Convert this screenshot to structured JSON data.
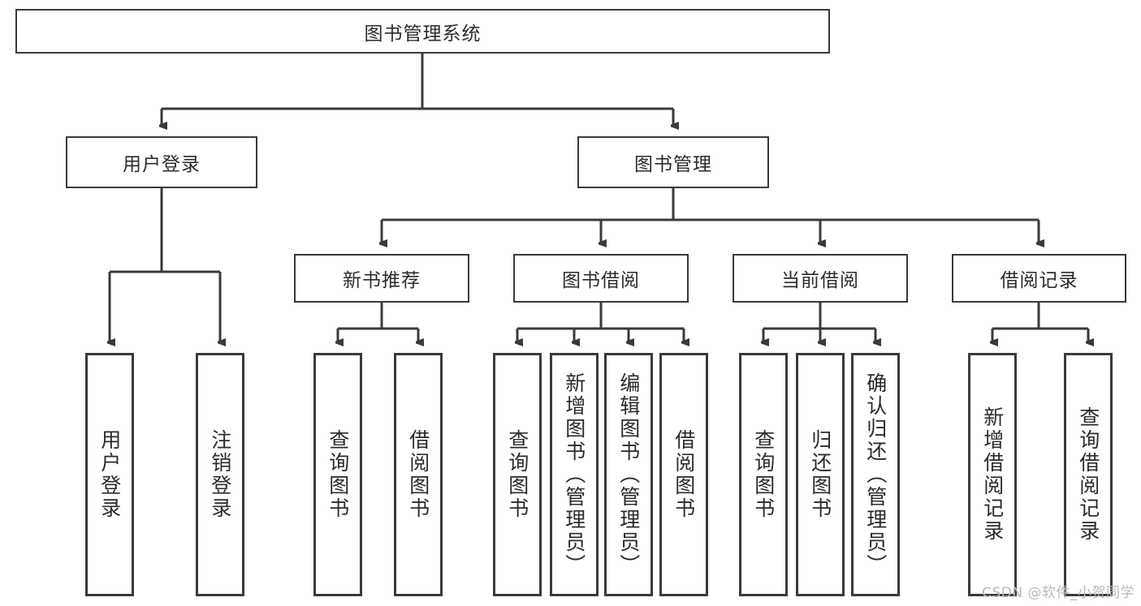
{
  "diagram": {
    "type": "tree-hierarchy",
    "title": "图书管理系统",
    "root": {
      "label": "图书管理系统"
    },
    "level2": [
      {
        "label": "用户登录"
      },
      {
        "label": "图书管理"
      }
    ],
    "level3": [
      {
        "label": "新书推荐"
      },
      {
        "label": "图书借阅"
      },
      {
        "label": "当前借阅"
      },
      {
        "label": "借阅记录"
      }
    ],
    "leaves": {
      "user_login": [
        {
          "label": "用户登录"
        },
        {
          "label": "注销登录"
        }
      ],
      "new_book_recommend": [
        {
          "label": "查询图书"
        },
        {
          "label": "借阅图书"
        }
      ],
      "book_borrow": [
        {
          "label": "查询图书"
        },
        {
          "label": "新增图书（管理员）"
        },
        {
          "label": "编辑图书（管理员）"
        },
        {
          "label": "借阅图书"
        }
      ],
      "current_borrow": [
        {
          "label": "查询图书"
        },
        {
          "label": "归还图书"
        },
        {
          "label": "确认归还（管理员）"
        }
      ],
      "borrow_record": [
        {
          "label": "新增借阅记录"
        },
        {
          "label": "查询借阅记录"
        }
      ]
    }
  },
  "watermark": {
    "text": "CSDN @软件_小贺同学"
  },
  "colors": {
    "box_border": "#3a3a3a",
    "text": "#2b2b2b",
    "background": "#ffffff",
    "watermark": "#b9b9b9"
  }
}
